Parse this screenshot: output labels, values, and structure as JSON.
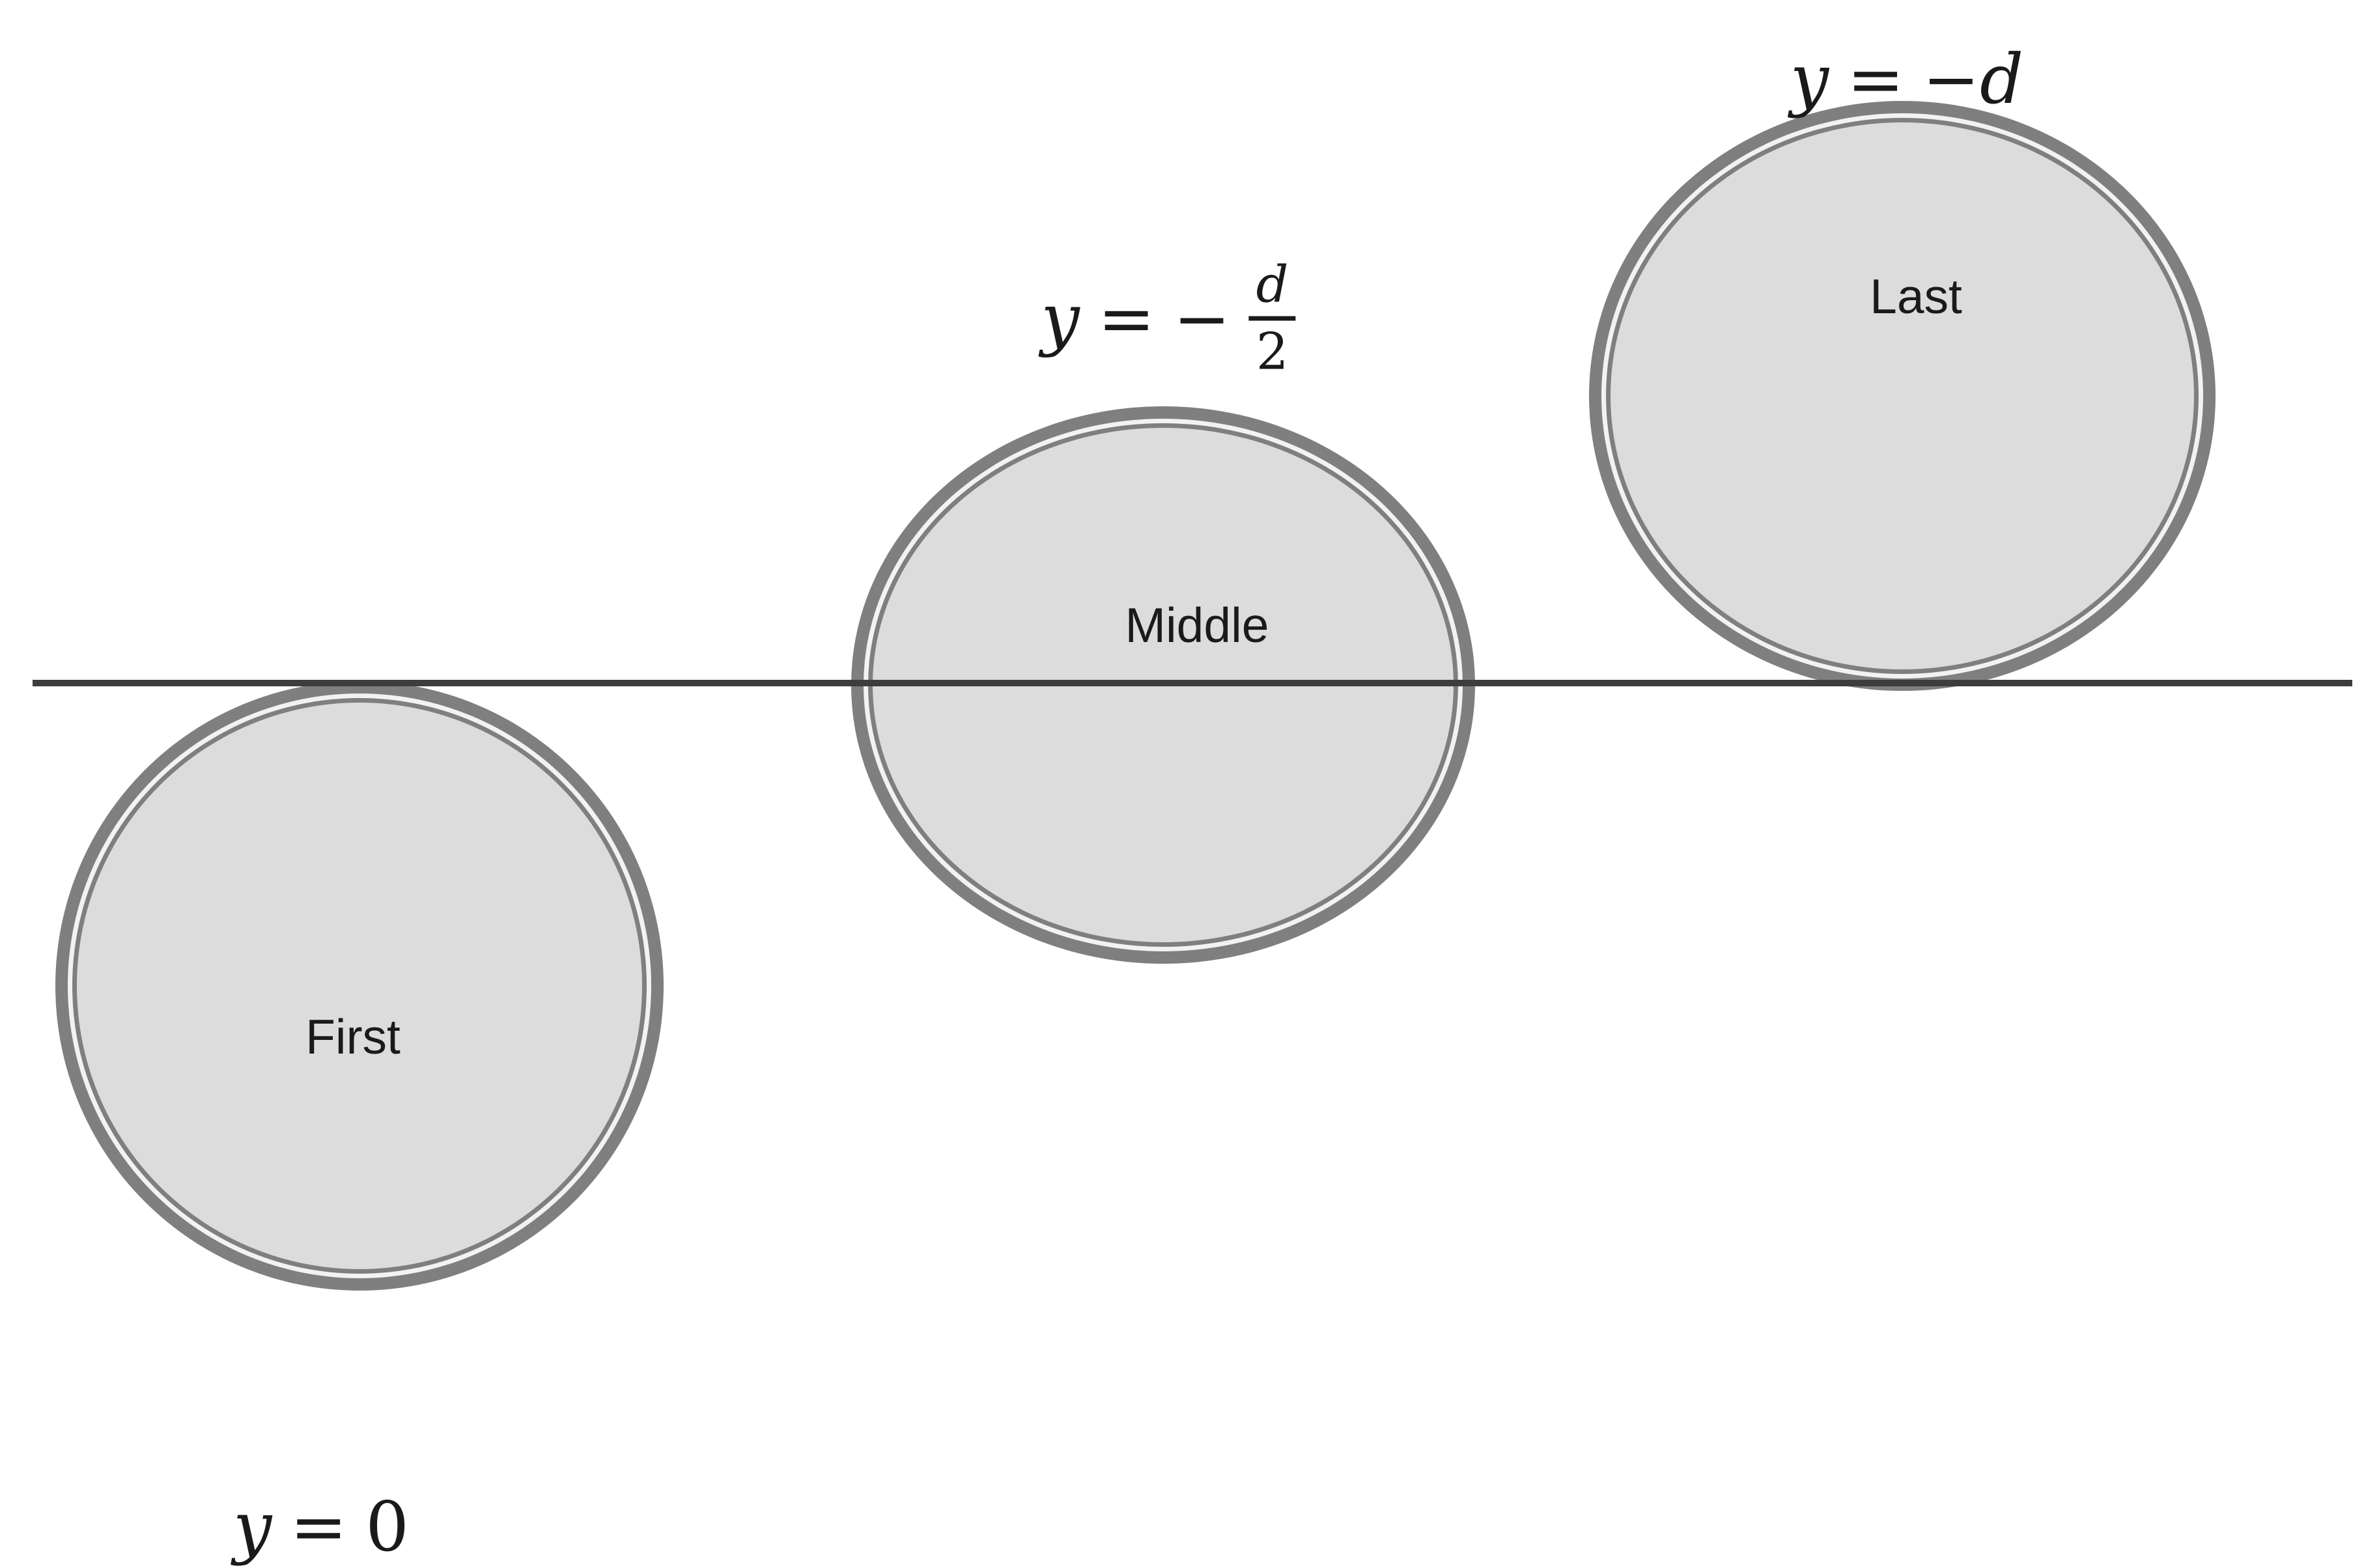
{
  "diagram": {
    "circles": [
      {
        "label": "First"
      },
      {
        "label": "Middle"
      },
      {
        "label": "Last"
      }
    ],
    "equations": {
      "first": {
        "variable": "y",
        "equals": "=",
        "value": "0"
      },
      "middle": {
        "variable": "y",
        "equals": "=",
        "sign": "−",
        "numerator": "d",
        "denominator": "2"
      },
      "last": {
        "variable": "y",
        "equals": "=",
        "value": "−d"
      }
    },
    "colors": {
      "ring": "#7f7f7f",
      "ring-gap": "#f2f2f2",
      "fill": "#dcdcdc",
      "line": "#3d3d3d",
      "text": "#1a1a1a",
      "background": "#ffffff"
    }
  }
}
